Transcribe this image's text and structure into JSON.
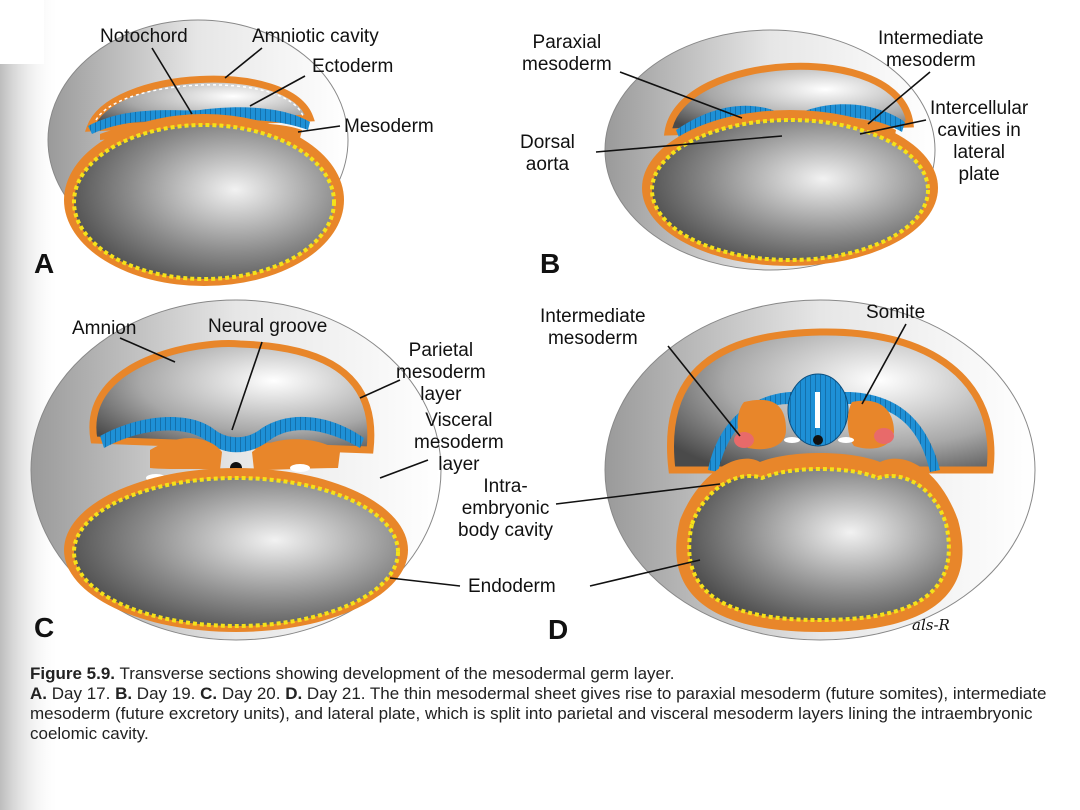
{
  "panels": {
    "A": {
      "letter": "A",
      "labels": {
        "notochord": "Notochord",
        "amniotic_cavity": "Amniotic cavity",
        "ectoderm": "Ectoderm",
        "mesoderm": "Mesoderm"
      }
    },
    "B": {
      "letter": "B",
      "labels": {
        "paraxial": "Paraxial\nmesoderm",
        "intermediate": "Intermediate\nmesoderm",
        "intercellular": "Intercellular\ncavities in\nlateral\nplate",
        "dorsal_aorta": "Dorsal\naorta"
      }
    },
    "C": {
      "letter": "C",
      "labels": {
        "amnion": "Amnion",
        "neural_groove": "Neural groove",
        "parietal": "Parietal\nmesoderm\nlayer",
        "visceral": "Visceral\nmesoderm\nlayer",
        "endoderm": "Endoderm"
      }
    },
    "D": {
      "letter": "D",
      "labels": {
        "intermediate": "Intermediate\nmesoderm",
        "somite": "Somite",
        "intraembryonic": "Intra-\nembryonic\nbody cavity"
      },
      "signature": "als-R"
    }
  },
  "caption": {
    "figure_label": "Figure 5.9.",
    "title": "Transverse sections showing development of the mesodermal germ layer.",
    "a": "A.",
    "a_text": "Day 17.",
    "b": "B.",
    "b_text": "Day 19.",
    "c": "C.",
    "c_text": "Day 20.",
    "d": "D.",
    "d_text": "Day 21. The thin mesodermal sheet gives rise to paraxial mesoderm (future somites), intermediate mesoderm (future excretory units), and lateral plate, which is split into parietal and visceral mesoderm layers lining the intraembryonic coelomic cavity."
  },
  "colors": {
    "mesoderm": "#e8862a",
    "ectoderm": "#1e90d6",
    "endoderm_line": "#f4e21a",
    "yolk": "#6a6a6a",
    "outline": "#7a3d10"
  }
}
